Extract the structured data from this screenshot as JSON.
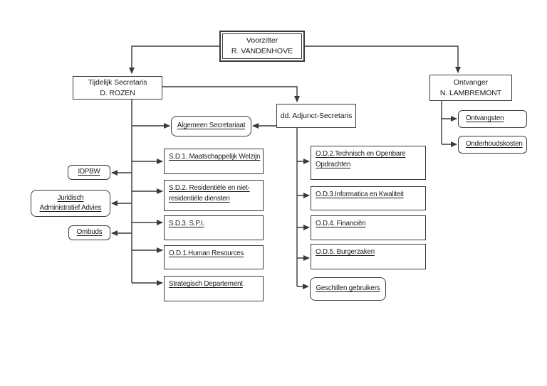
{
  "diagram": {
    "type": "org-chart",
    "language": "nl",
    "colors": {
      "background": "#ffffff",
      "box_border": "#3a3a3a",
      "connector": "#3a3a3a",
      "text": "#1a1a1a"
    },
    "nodes": {
      "voorzitter": {
        "role": "Voorzitter",
        "person": "R. VANDENHOVE"
      },
      "tijdelijk_secretaris": {
        "role": "Tijdelijk Secretaris",
        "person": "D. ROZEN"
      },
      "adjunct_secretaris": {
        "role": "dd. Adjunct-Secretaris"
      },
      "ontvanger": {
        "role": "Ontvanger",
        "person": "N. LAMBREMONT"
      },
      "algemeen_secretariaat": {
        "label": "Algemeen Secretariaat"
      },
      "sd1": {
        "label": "S.D.1. Maatschappelijk Welzijn"
      },
      "sd2": {
        "label": "S.D.2. Residentiële en niet-residentiële diensten"
      },
      "sd3": {
        "label": "S.D.3. S.P.I."
      },
      "od1": {
        "label": "O.D.1.Human Resources"
      },
      "strategisch_departement": {
        "label": "Strategisch Departement"
      },
      "idpbw": {
        "label": "IDPBW"
      },
      "juridisch_administratief_advies": {
        "line1": "Juridisch",
        "line2": "Administratief Advies"
      },
      "ombuds": {
        "label": "Ombuds"
      },
      "od2": {
        "label": "O.D.2.Technisch en Openbare Opdrachten"
      },
      "od3": {
        "label": "O.D.3.Informatica en Kwaliteit"
      },
      "od4": {
        "label": "O.D.4. Financiën"
      },
      "od5": {
        "label": "O.D.5. Burgerzaken"
      },
      "geschillen_gebruikers": {
        "label": "Geschillen gebruikers"
      },
      "ontvangsten": {
        "label": "Ontvangsten"
      },
      "onderhoudskosten": {
        "label": "Onderhoudskosten"
      }
    }
  }
}
